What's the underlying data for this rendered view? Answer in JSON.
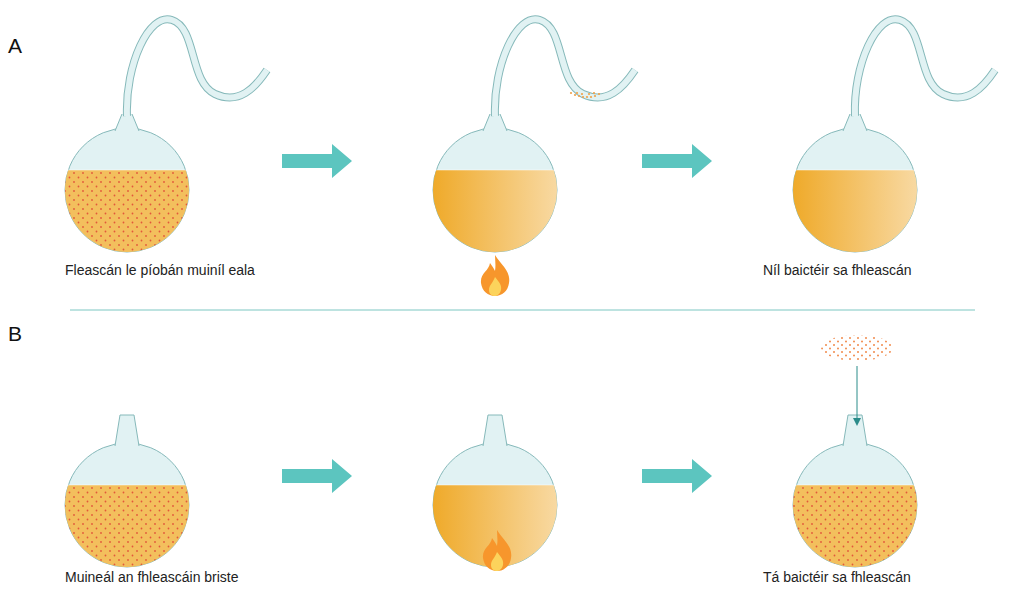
{
  "diagram": {
    "labels": [
      "A",
      "Fleascán le píobán muiníl eala",
      "Níl baictéir sa fhleascán",
      "B",
      "Muineál an fhleascáin briste",
      "Tá baictéir sa fhleascán"
    ]
  }
}
